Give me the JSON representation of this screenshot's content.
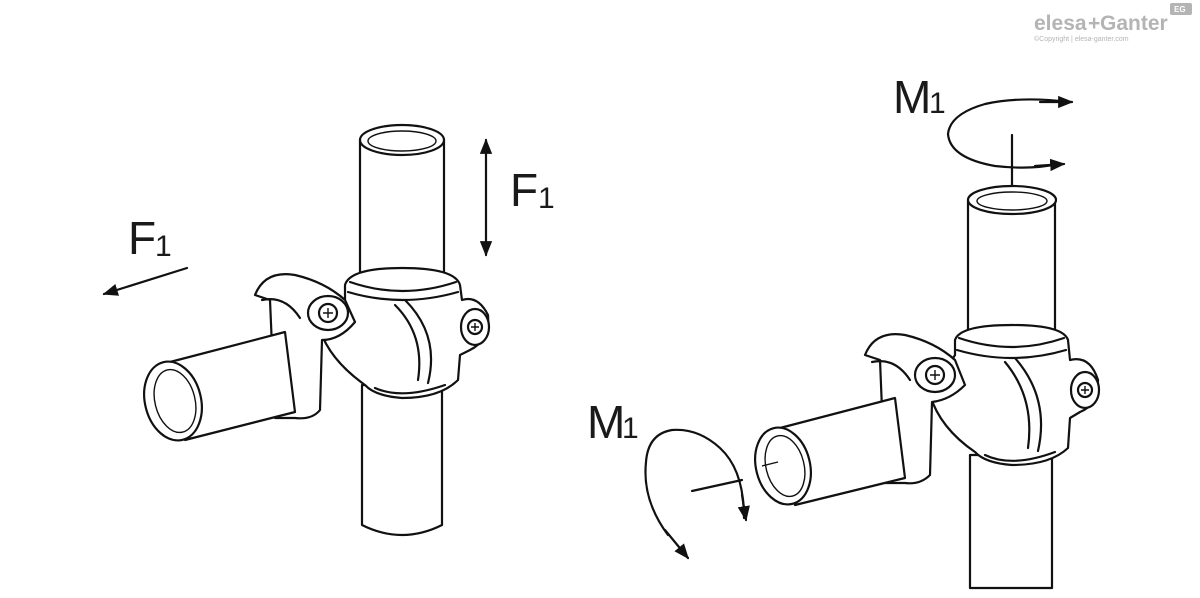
{
  "brand": {
    "name_part1": "elesa",
    "plus": "+",
    "name_part2": "Ganter",
    "badge": "EG",
    "copyright": "©Copyright | elesa-ganter.com"
  },
  "labels": {
    "force_left_main": "F",
    "force_left_sub": "1",
    "force_vertical_main": "F",
    "force_vertical_sub": "1",
    "moment_top_main": "M",
    "moment_top_sub": "1",
    "moment_left_main": "M",
    "moment_left_sub": "1"
  }
}
